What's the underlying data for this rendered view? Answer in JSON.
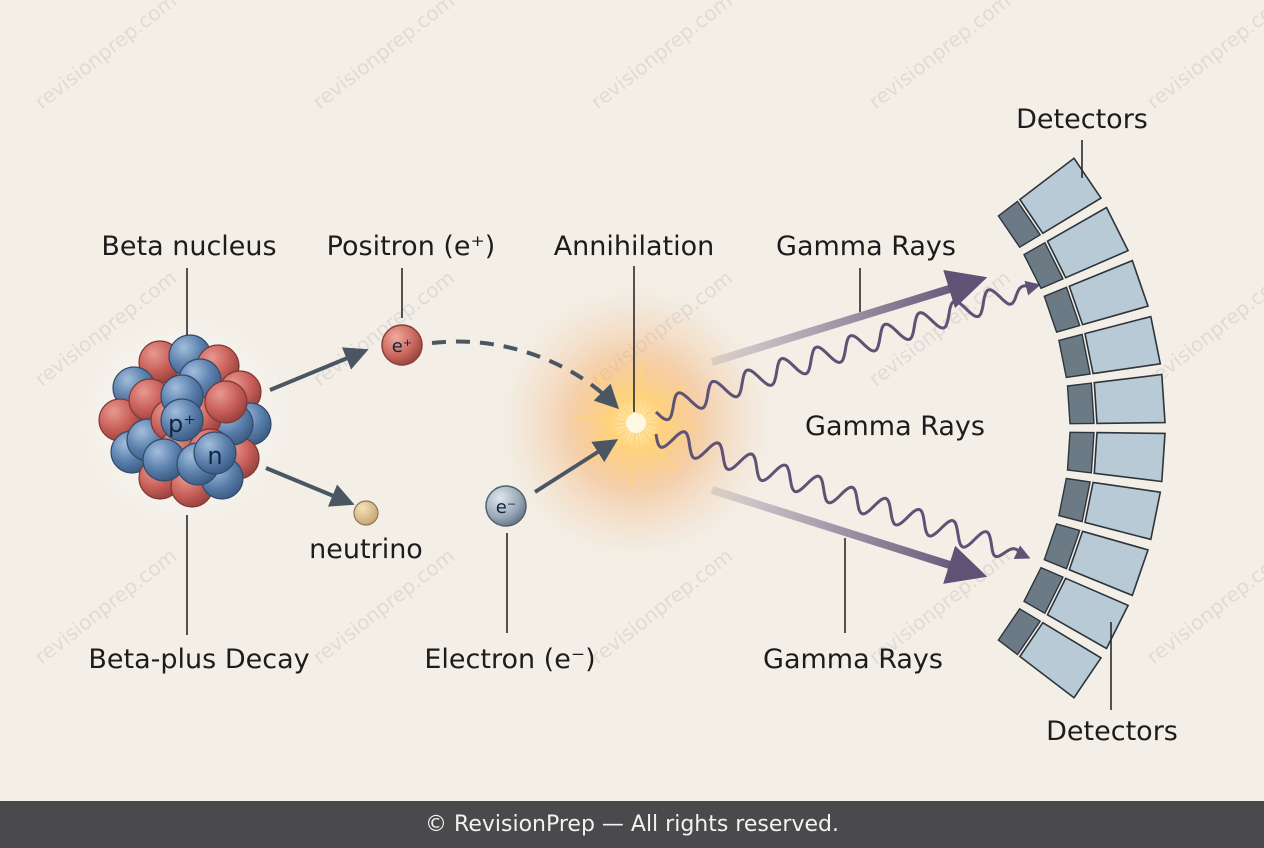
{
  "labels": {
    "beta_nucleus": "Beta nucleus",
    "positron": "Positron (e⁺)",
    "annihilation": "Annihilation",
    "gamma_rays_top": "Gamma Rays",
    "gamma_rays_middle": "Gamma Rays",
    "gamma_rays_bottom": "Gamma Rays",
    "detectors_top": "Detectors",
    "detectors_bottom": "Detectors",
    "neutrino": "neutrino",
    "beta_plus_decay": "Beta-plus Decay",
    "electron": "Electron (e⁻)"
  },
  "particles": {
    "proton": "p⁺",
    "neutron": "n",
    "positron": "e⁺",
    "electron": "e⁻"
  },
  "watermark": "revisionprep.com",
  "footer": "© RevisionPrep — All rights reserved.",
  "colors": {
    "background": "#f3efe7",
    "proton": "#c9605a",
    "neutron": "#5b80ad",
    "arrow": "#4b5663",
    "gamma": "#5e5275",
    "detector": "#b7cad6",
    "detector_inner": "#6c7a86",
    "glow": "#ffcc66",
    "footer_bg": "#4a4a4c"
  }
}
